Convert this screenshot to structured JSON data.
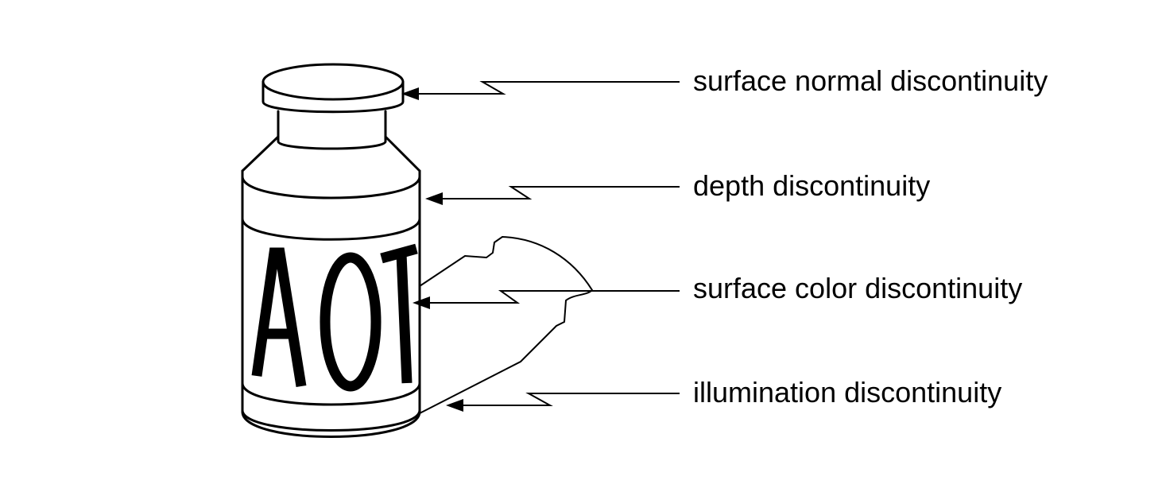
{
  "bottle": {
    "label_text": "AOT"
  },
  "labels": {
    "surface_normal": "surface normal discontinuity",
    "depth": "depth discontinuity",
    "surface_color": "surface color discontinuity",
    "illumination": "illumination discontinuity"
  },
  "colors": {
    "ink": "#000000",
    "background": "#ffffff"
  }
}
